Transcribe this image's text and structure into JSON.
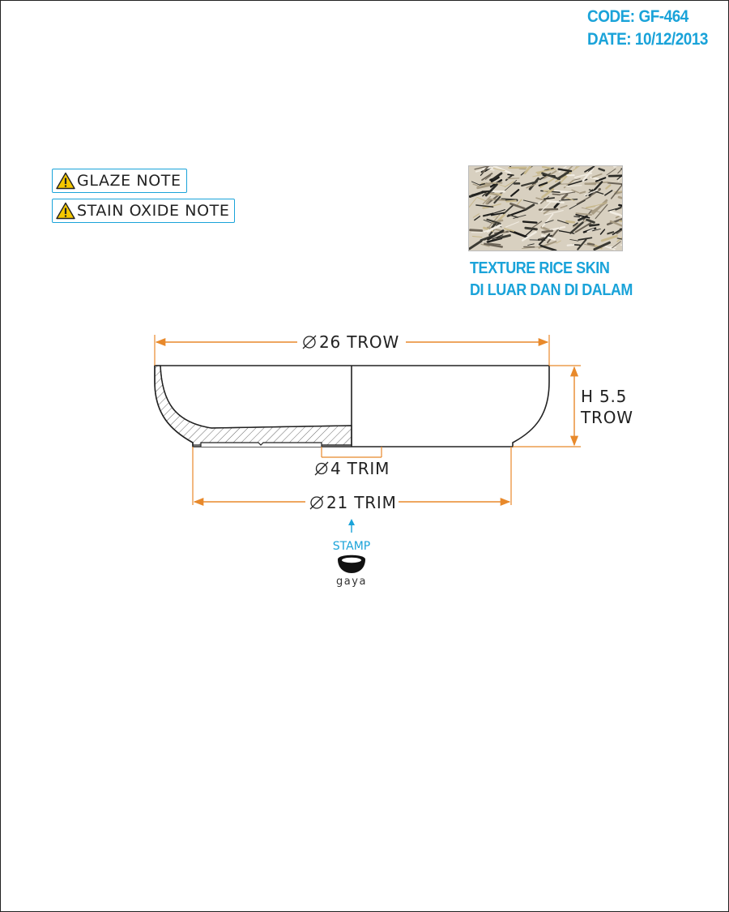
{
  "header": {
    "code": "CODE: GF-464",
    "date": "DATE: 10/12/2013"
  },
  "notes": [
    {
      "label": "GLAZE NOTE",
      "icon": "warning-triangle-icon"
    },
    {
      "label": "STAIN OXIDE NOTE",
      "icon": "warning-triangle-icon"
    }
  ],
  "texture": {
    "caption_line1": "TEXTURE RICE SKIN",
    "caption_line2": "DI LUAR DAN DI DALAM"
  },
  "dimensions": {
    "top_diameter": "26 TROW",
    "height_line1": "H 5.5",
    "height_line2": "TROW",
    "foot_ring": "4 TRIM",
    "base_diameter": "21 TRIM"
  },
  "stamp": {
    "label": "STAMP",
    "brand": "gaya"
  },
  "colors": {
    "accent": "#1aa3d9",
    "dimension_line": "#e8892b",
    "outline": "#222222",
    "warning": "#f5c800"
  }
}
